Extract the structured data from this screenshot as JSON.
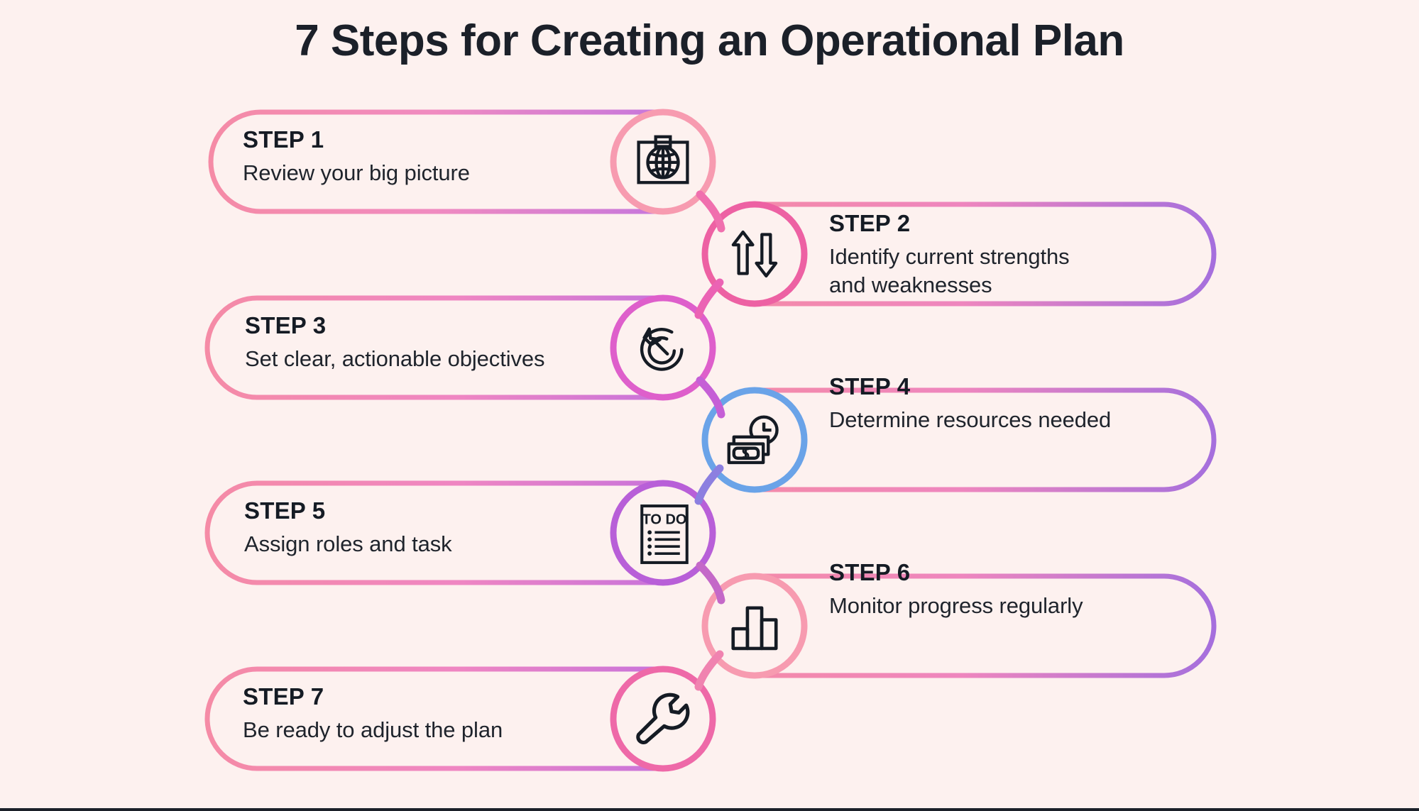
{
  "page": {
    "title": "7 Steps for Creating an Operational Plan",
    "background_color": "#FDF1EF",
    "title_color": "#1b2029",
    "icon_stroke_color": "#151b24"
  },
  "steps": [
    {
      "label": "STEP 1",
      "description": "Review your big picture",
      "side": "left",
      "icon": "globe-board-icon",
      "circle_color": "#F79BB0",
      "pill_gradient_from": "#F58BA6",
      "pill_gradient_to": "#B06FE0"
    },
    {
      "label": "STEP 2",
      "description": "Identify current strengths\nand weaknesses",
      "side": "right",
      "icon": "up-down-arrows-icon",
      "circle_color": "#ED61A3",
      "pill_gradient_from": "#F58BA6",
      "pill_gradient_to": "#A56FDD"
    },
    {
      "label": "STEP 3",
      "description": "Set clear, actionable objectives",
      "side": "left",
      "icon": "target-dart-icon",
      "circle_color": "#DE5FCB",
      "pill_gradient_from": "#F58BA6",
      "pill_gradient_to": "#C06FE0"
    },
    {
      "label": "STEP 4",
      "description": "Determine resources needed",
      "side": "right",
      "icon": "money-clock-icon",
      "circle_color": "#6AA3E8",
      "pill_gradient_from": "#F58BA6",
      "pill_gradient_to": "#A56FDD"
    },
    {
      "label": "STEP 5",
      "description": "Assign roles and task",
      "side": "left",
      "icon": "todo-list-icon",
      "circle_color": "#B85FD8",
      "pill_gradient_from": "#F58BA6",
      "pill_gradient_to": "#C06FE0"
    },
    {
      "label": "STEP 6",
      "description": "Monitor progress regularly",
      "side": "right",
      "icon": "bar-chart-icon",
      "circle_color": "#F79BB0",
      "pill_gradient_from": "#F58BA6",
      "pill_gradient_to": "#A56FDD"
    },
    {
      "label": "STEP 7",
      "description": "Be ready to adjust the plan",
      "side": "left",
      "icon": "wrench-icon",
      "circle_color": "#EE69A8",
      "pill_gradient_from": "#F58BA6",
      "pill_gradient_to": "#C06FE0"
    }
  ]
}
